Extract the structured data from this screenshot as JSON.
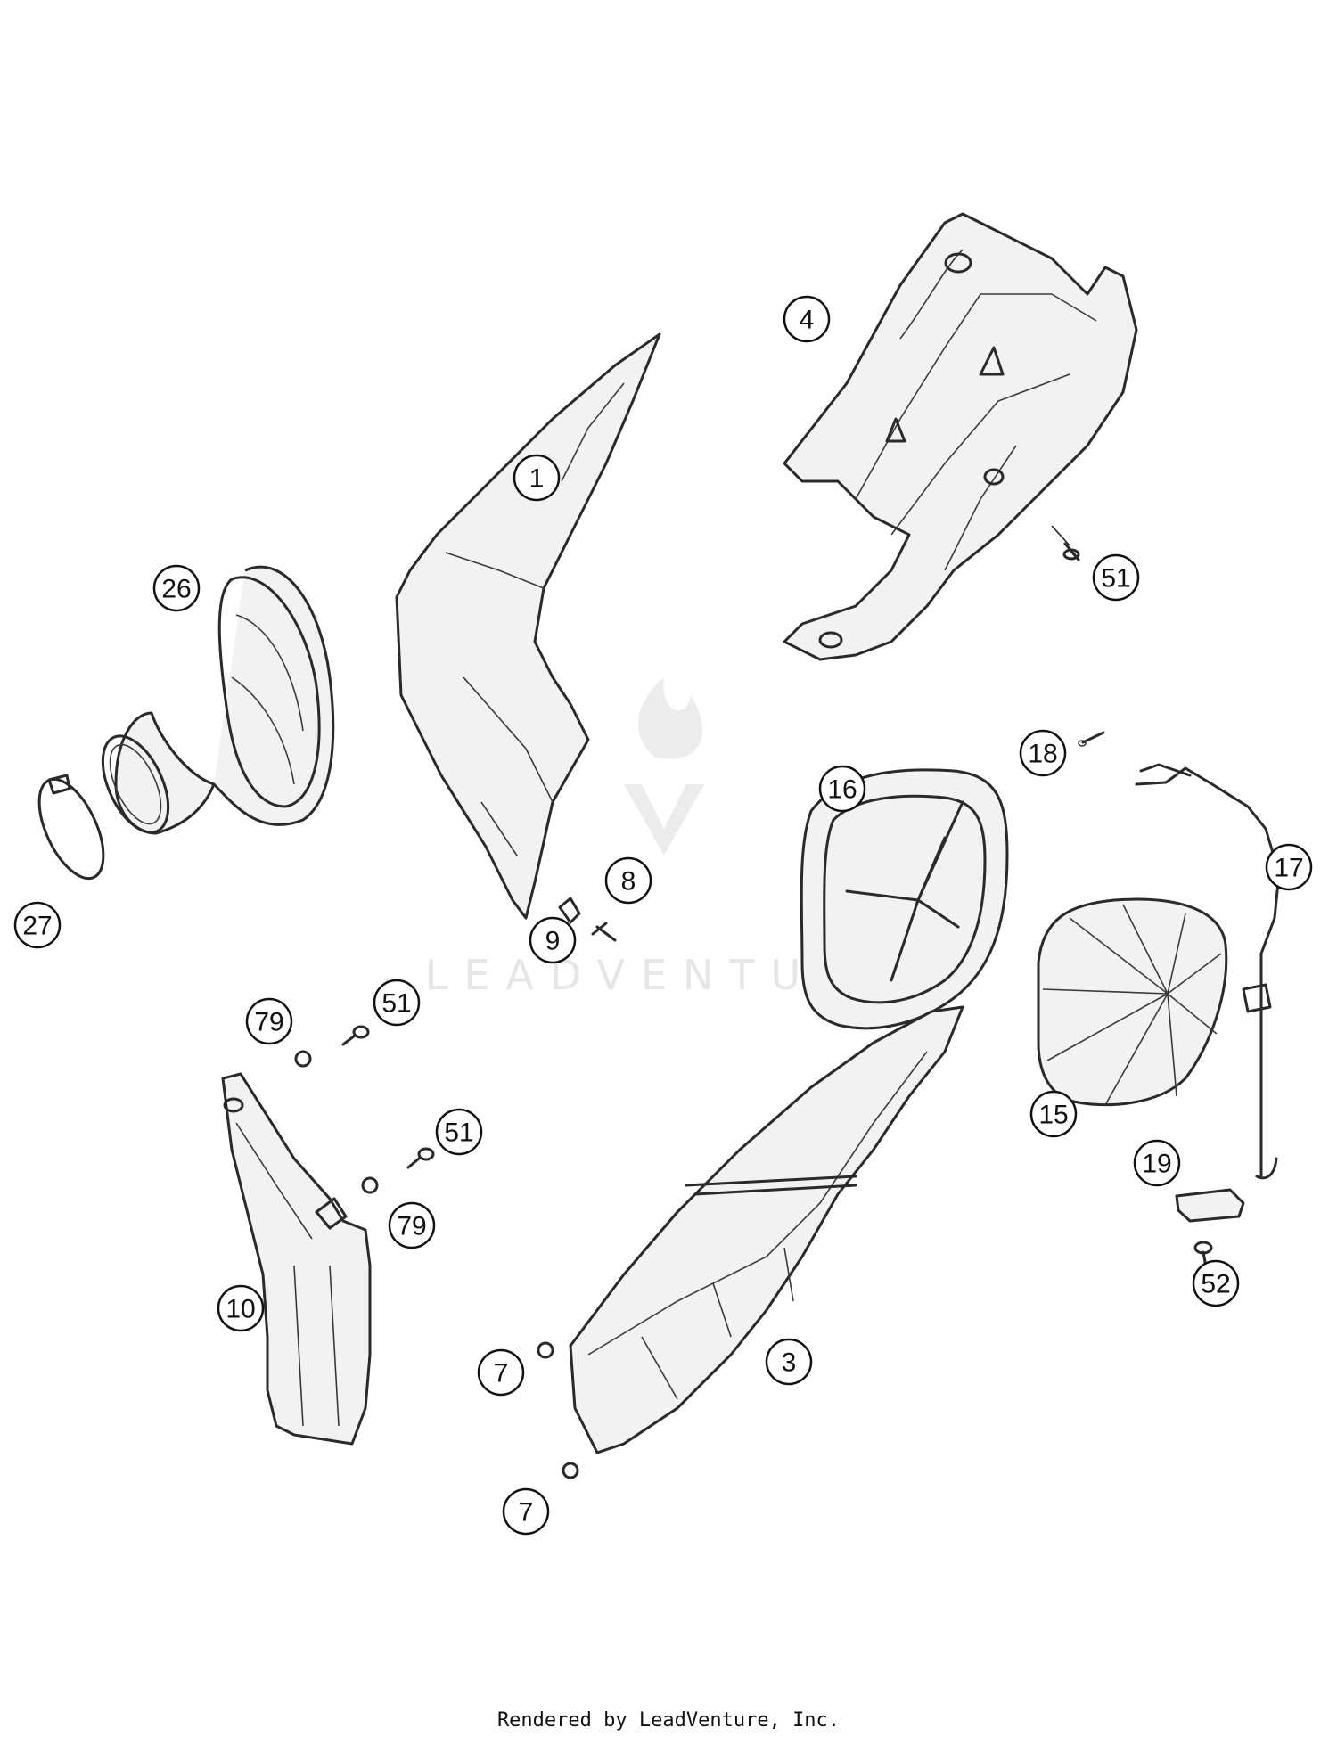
{
  "callouts": [
    {
      "id": "c1",
      "label": "1"
    },
    {
      "id": "c3",
      "label": "3"
    },
    {
      "id": "c4",
      "label": "4"
    },
    {
      "id": "c7a",
      "label": "7"
    },
    {
      "id": "c7b",
      "label": "7"
    },
    {
      "id": "c8",
      "label": "8"
    },
    {
      "id": "c9",
      "label": "9"
    },
    {
      "id": "c10",
      "label": "10"
    },
    {
      "id": "c15",
      "label": "15"
    },
    {
      "id": "c16",
      "label": "16"
    },
    {
      "id": "c17",
      "label": "17"
    },
    {
      "id": "c18",
      "label": "18"
    },
    {
      "id": "c19",
      "label": "19"
    },
    {
      "id": "c26",
      "label": "26"
    },
    {
      "id": "c27",
      "label": "27"
    },
    {
      "id": "c51a",
      "label": "51"
    },
    {
      "id": "c51b",
      "label": "51"
    },
    {
      "id": "c51c",
      "label": "51"
    },
    {
      "id": "c52",
      "label": "52"
    },
    {
      "id": "c79a",
      "label": "79"
    },
    {
      "id": "c79b",
      "label": "79"
    }
  ],
  "watermark": "LEADVENTURE",
  "footer": "Rendered by LeadVenture, Inc."
}
